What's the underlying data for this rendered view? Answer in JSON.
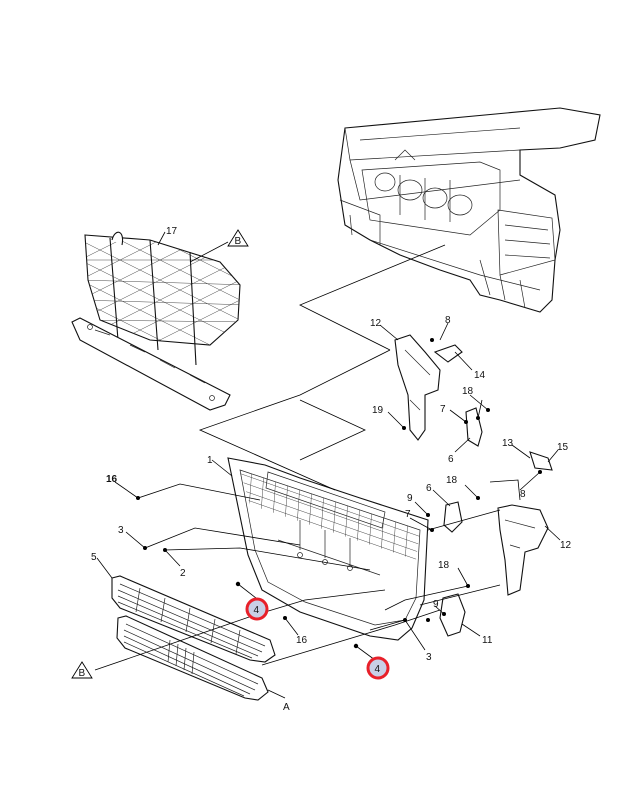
{
  "callouts": {
    "p1": "1",
    "p2": "2",
    "p3a": "3",
    "p3b": "3",
    "p4a": "4",
    "p4b": "4",
    "p5": "5",
    "p6a": "6",
    "p6b": "6",
    "p7a": "7",
    "p7b": "7",
    "p8a": "8",
    "p8b": "8",
    "p9a": "9",
    "p9b": "9",
    "p11": "11",
    "p12a": "12",
    "p12b": "12",
    "p13": "13",
    "p14": "14",
    "p15": "15",
    "p16a": "16",
    "p16b": "16",
    "p17": "17",
    "p18a": "18",
    "p18b": "18",
    "p18c": "18",
    "p19": "19",
    "refA": "A",
    "refB1": "B",
    "refB2": "B"
  },
  "highlight_color": "#e8202a",
  "highlight_fill": "#c9cfe6"
}
